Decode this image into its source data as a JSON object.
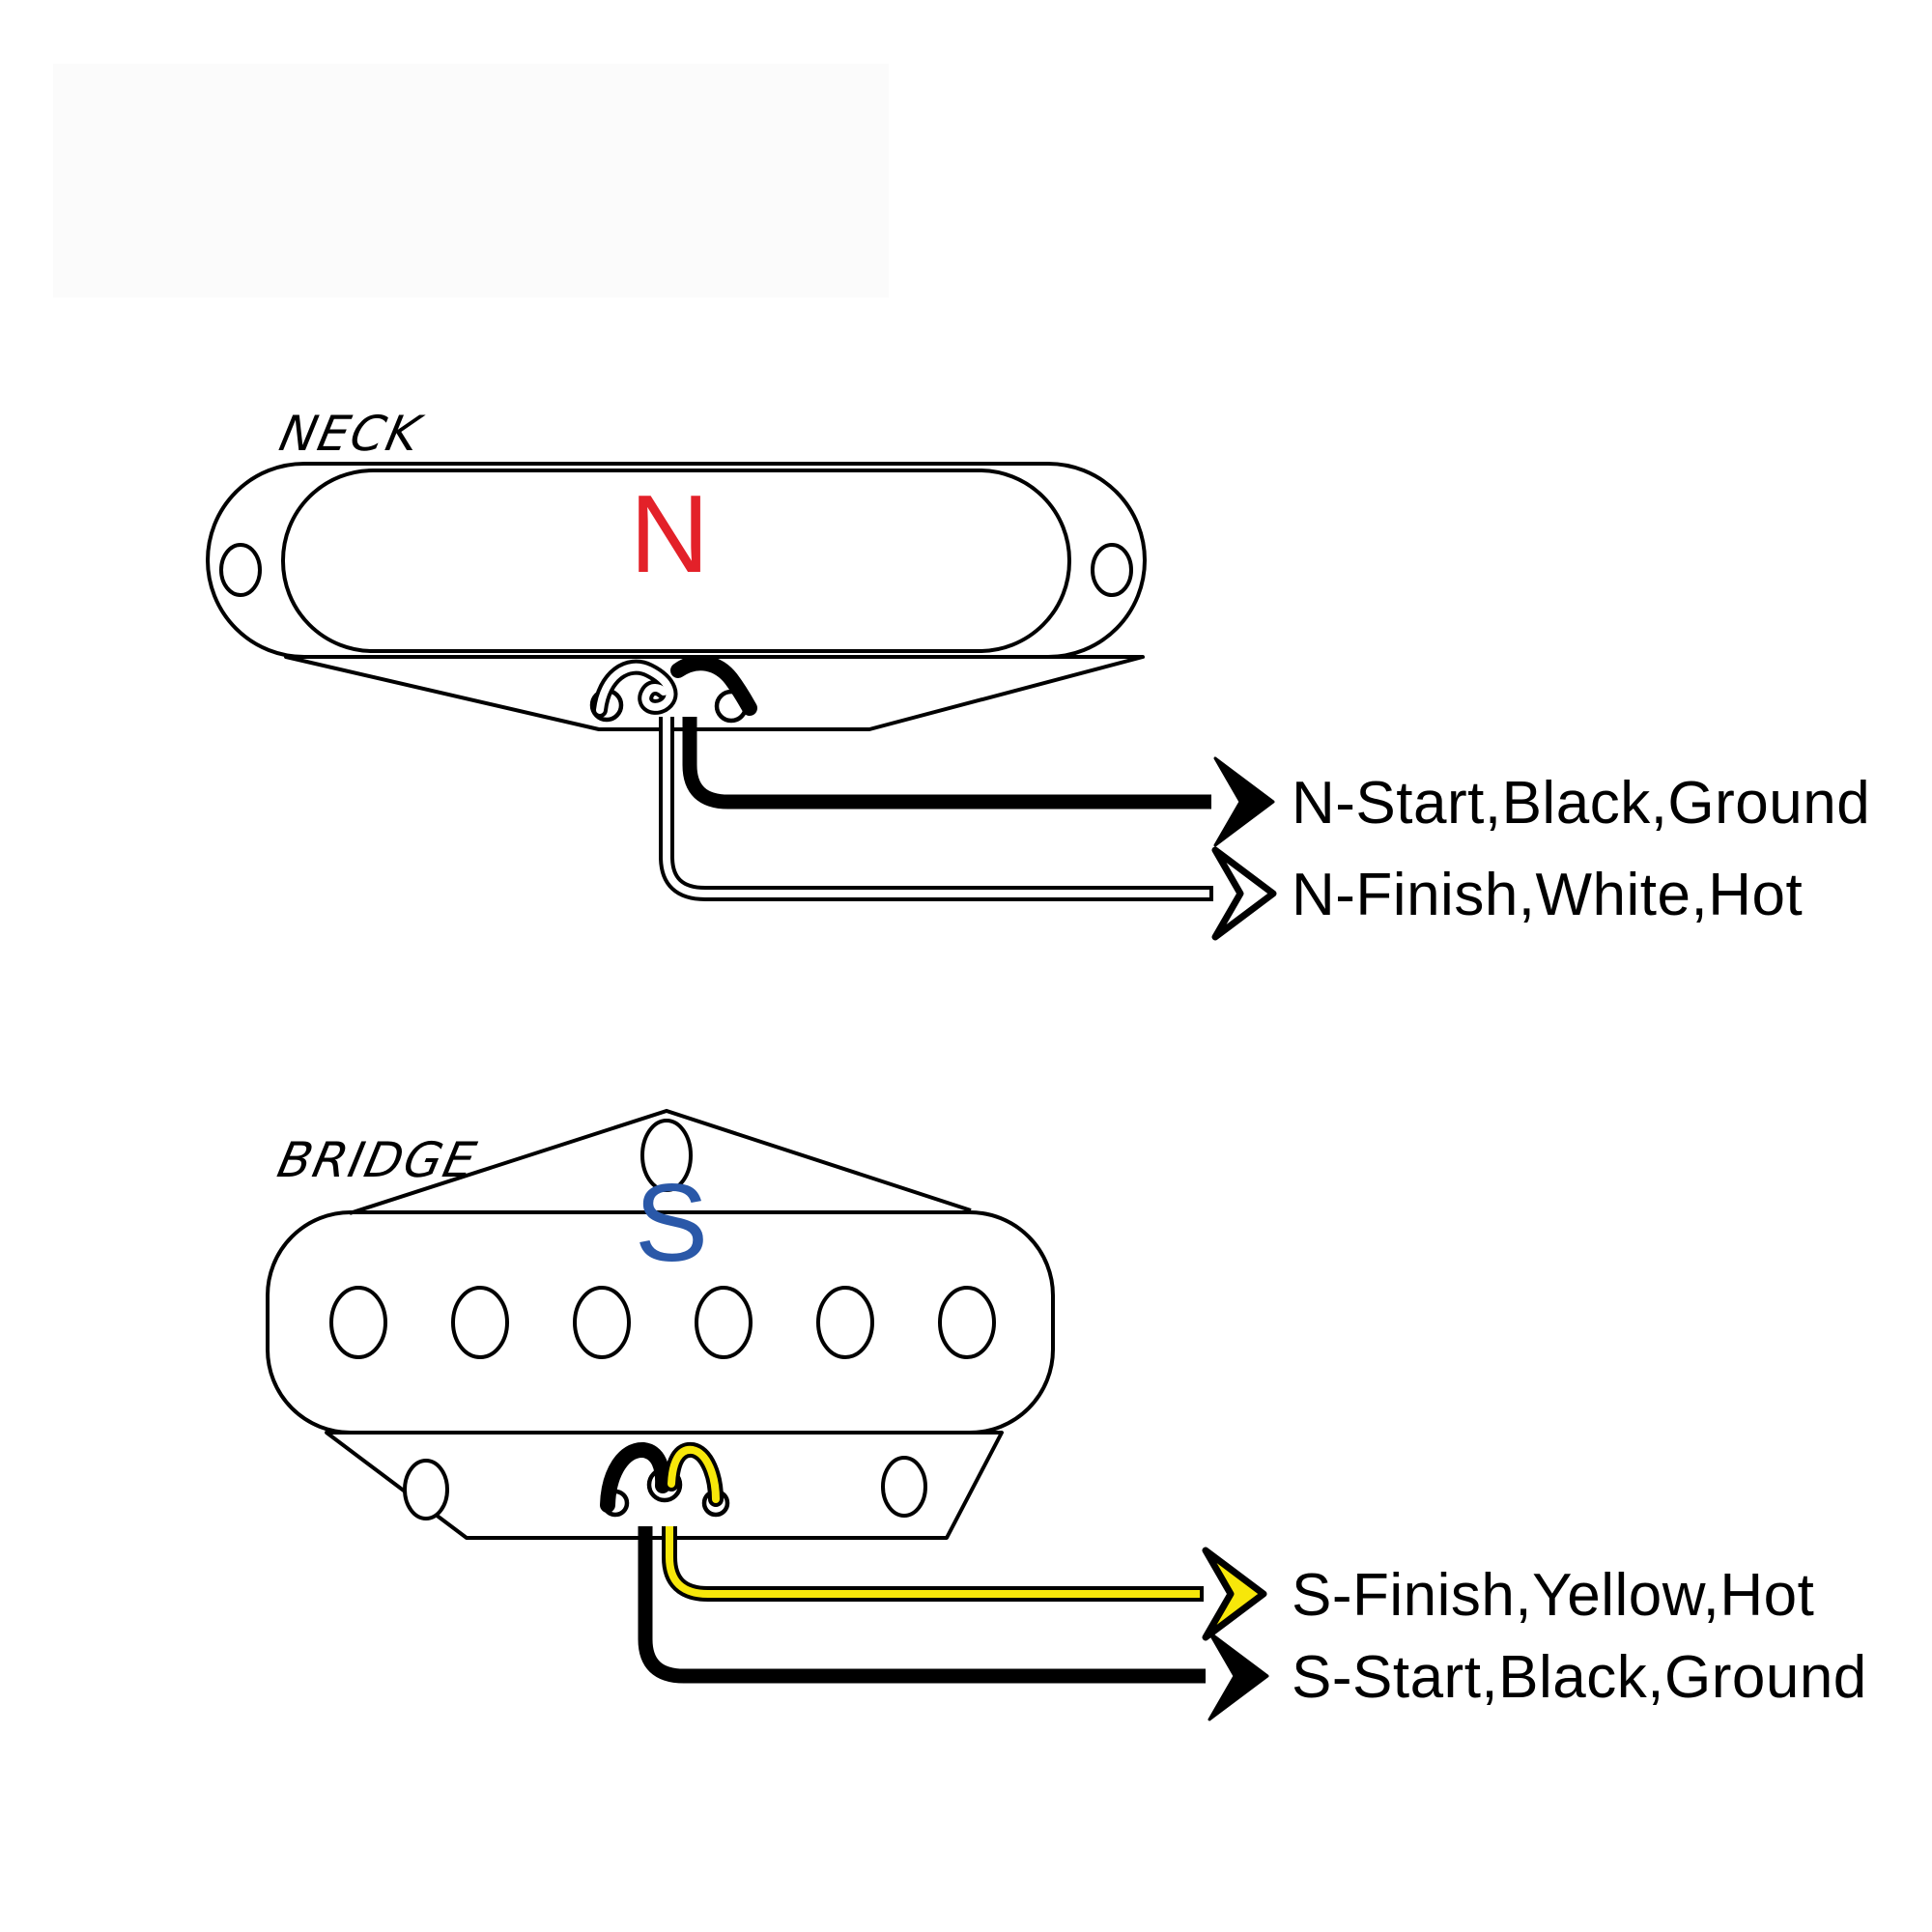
{
  "diagram": {
    "description_kind": "guitar-pickup-wiring-diagram",
    "background": "#ffffff",
    "outline_color": "#000000"
  },
  "neck": {
    "section_label": "NECK",
    "polarity_letter": "N",
    "polarity_color": "#e32129",
    "wires": [
      {
        "name": "ground",
        "color_name": "Black",
        "color_hex": "#000000",
        "label": "N-Start,Black,Ground"
      },
      {
        "name": "hot",
        "color_name": "White",
        "color_hex": "#ffffff",
        "label": "N-Finish,White,Hot"
      }
    ]
  },
  "bridge": {
    "section_label": "BRIDGE",
    "polarity_letter": "S",
    "polarity_color": "#2a58a8",
    "pole_count": 6,
    "wires": [
      {
        "name": "hot",
        "color_name": "Yellow",
        "color_hex": "#f7e70a",
        "label": "S-Finish,Yellow,Hot"
      },
      {
        "name": "ground",
        "color_name": "Black",
        "color_hex": "#000000",
        "label": "S-Start,Black,Ground"
      }
    ]
  }
}
